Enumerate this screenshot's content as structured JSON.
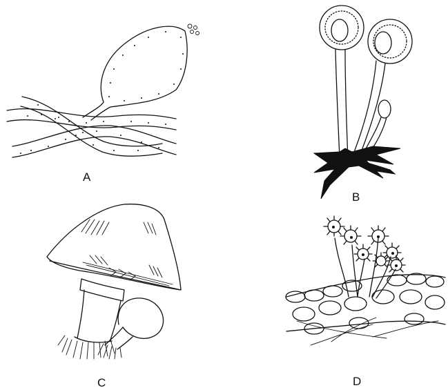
{
  "figure": {
    "panels": [
      {
        "id": "A",
        "label": "A",
        "icon": "single-sporangium-on-hyphae-icon"
      },
      {
        "id": "B",
        "label": "B",
        "icon": "two-sporangiophores-with-rhizoids-icon"
      },
      {
        "id": "C",
        "label": "C",
        "icon": "mushroom-fruiting-body-icon"
      },
      {
        "id": "D",
        "label": "D",
        "icon": "spiny-spore-clusters-on-cells-icon"
      }
    ]
  }
}
